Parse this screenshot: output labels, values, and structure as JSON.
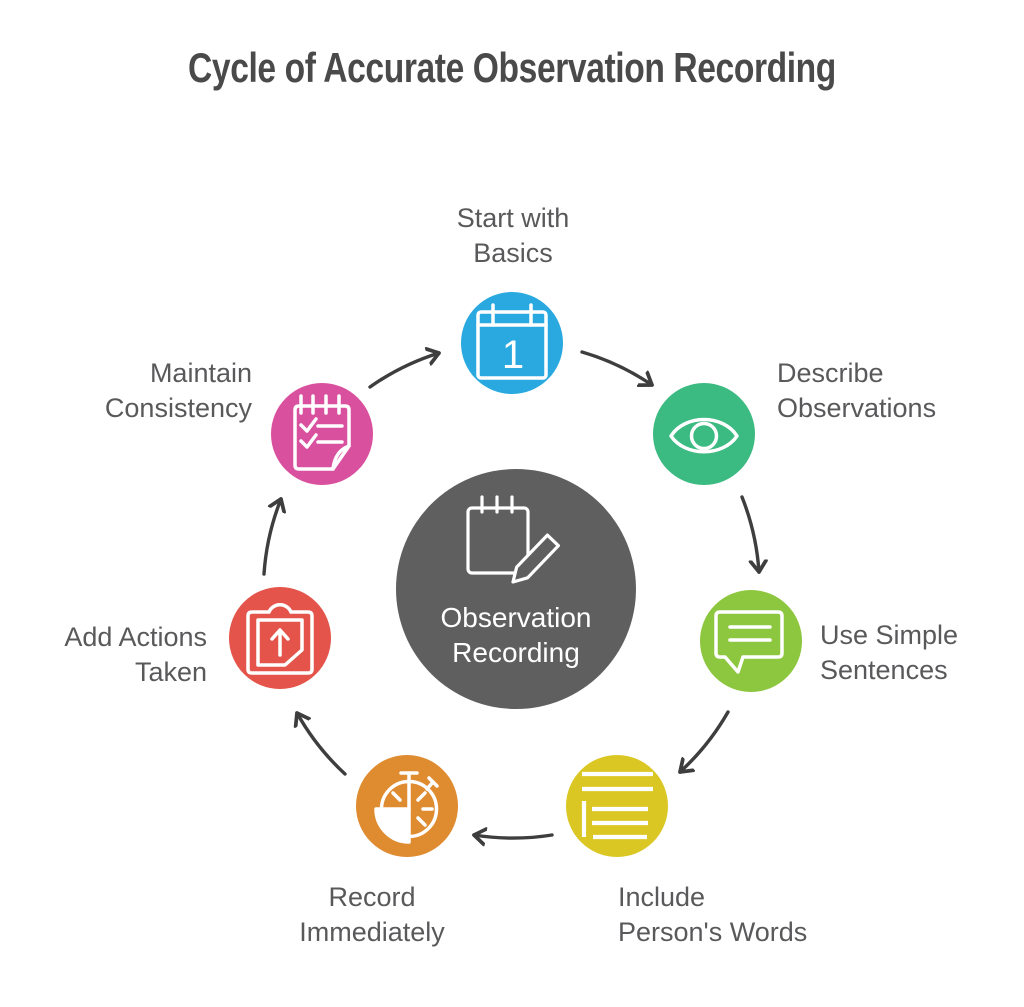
{
  "title": "Cycle of Accurate Observation Recording",
  "center": {
    "label": "Observation Recording",
    "lines": [
      "Observation",
      "Recording"
    ],
    "icon": "notepad-pencil-icon",
    "color": "#5f5f5f",
    "text_color": "#ffffff"
  },
  "steps": [
    {
      "label": "Start with Basics",
      "lines": [
        "Start with",
        "Basics"
      ],
      "icon": "calendar-icon",
      "badge": "1",
      "color": "#29a9e0",
      "position": "top"
    },
    {
      "label": "Describe Observations",
      "lines": [
        "Describe",
        "Observations"
      ],
      "icon": "eye-icon",
      "color": "#3bba81",
      "position": "upper-right"
    },
    {
      "label": "Use Simple Sentences",
      "lines": [
        "Use Simple",
        "Sentences"
      ],
      "icon": "speech-bubble-icon",
      "color": "#8dc63f",
      "position": "right"
    },
    {
      "label": "Include Person's Words",
      "lines": [
        "Include",
        "Person's Words"
      ],
      "icon": "text-lines-icon",
      "color": "#dbc723",
      "position": "bottom-right"
    },
    {
      "label": "Record Immediately",
      "lines": [
        "Record",
        "Immediately"
      ],
      "icon": "stopwatch-icon",
      "color": "#df8b30",
      "position": "bottom-left"
    },
    {
      "label": "Add Actions Taken",
      "lines": [
        "Add Actions",
        "Taken"
      ],
      "icon": "clipboard-arrow-up-icon",
      "color": "#e4544b",
      "position": "left"
    },
    {
      "label": "Maintain Consistency",
      "lines": [
        "Maintain",
        "Consistency"
      ],
      "icon": "checklist-notepad-icon",
      "color": "#d9519e",
      "position": "upper-left"
    }
  ],
  "flow": {
    "direction": "clockwise",
    "arrow_color": "#3e3e3e",
    "connections": [
      "Start with Basics → Describe Observations",
      "Describe Observations → Use Simple Sentences",
      "Use Simple Sentences → Include Person's Words",
      "Include Person's Words → Record Immediately",
      "Record Immediately → Add Actions Taken",
      "Add Actions Taken → Maintain Consistency",
      "Maintain Consistency → Start with Basics"
    ]
  },
  "palette": {
    "title_text": "#4a4a4b",
    "label_text": "#59595b",
    "background": "#ffffff"
  }
}
